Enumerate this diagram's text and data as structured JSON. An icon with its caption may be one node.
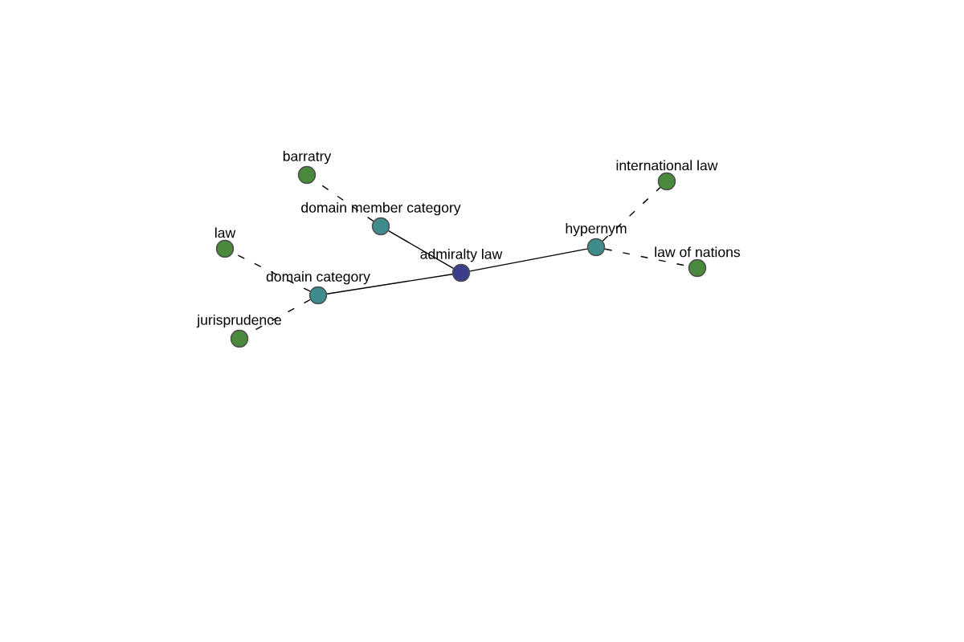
{
  "diagram": {
    "nodes": [
      {
        "text": [
          "admiralty law"
        ]
      },
      {
        "text": [
          "domain member category"
        ]
      },
      {
        "text": [
          "domain category"
        ]
      },
      {
        "text": [
          "hypernym"
        ]
      },
      {
        "text": [
          "barratry"
        ]
      },
      {
        "text": [
          "law"
        ]
      },
      {
        "text": [
          "jurisprudence"
        ]
      },
      {
        "text": [
          "international law"
        ]
      },
      {
        "text": [
          "law of nations"
        ]
      }
    ],
    "edges": [
      {
        "from": 0,
        "to": 1,
        "arrow": "none"
      },
      {
        "from": 0,
        "to": 2,
        "arrow": "none"
      },
      {
        "from": 0,
        "to": 3,
        "arrow": "none"
      },
      {
        "from": 1,
        "to": 4,
        "arrow": "none",
        "style": "dashed"
      },
      {
        "from": 2,
        "to": 5,
        "arrow": "none",
        "style": "dashed"
      },
      {
        "from": 2,
        "to": 6,
        "arrow": "none",
        "style": "dashed"
      },
      {
        "from": 3,
        "to": 7,
        "arrow": "none",
        "style": "dashed"
      },
      {
        "from": 3,
        "to": 8,
        "arrow": "none",
        "style": "dashed"
      }
    ]
  }
}
